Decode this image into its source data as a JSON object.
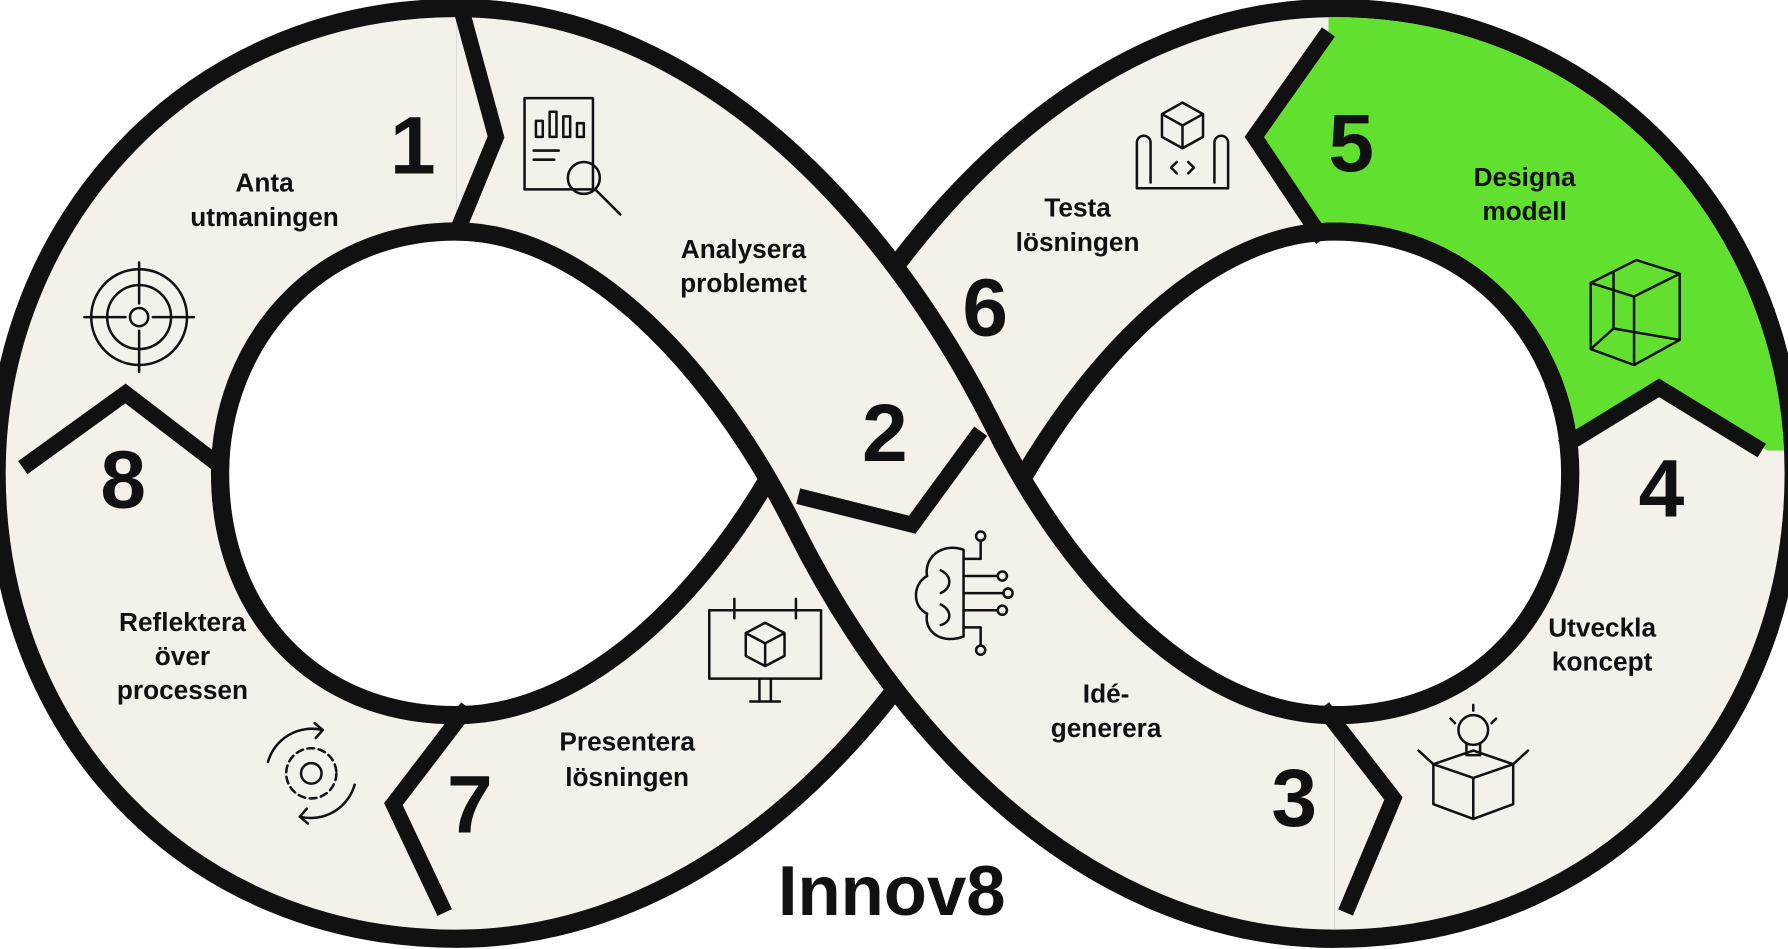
{
  "title": "Innov8",
  "colors": {
    "band": "#f4f0ea",
    "outline": "#111111",
    "highlight": "#62e030"
  },
  "steps": [
    {
      "number": "1",
      "lines": [
        "Anta",
        "utmaningen"
      ],
      "icon": "target-icon"
    },
    {
      "number": "2",
      "lines": [
        "Analysera",
        "problemet"
      ],
      "icon": "document-search-icon"
    },
    {
      "number": "3",
      "lines": [
        "Idé-",
        "generera"
      ],
      "icon": "brain-circuit-icon"
    },
    {
      "number": "4",
      "lines": [
        "Utveckla",
        "koncept"
      ],
      "icon": "lightbulb-box-icon"
    },
    {
      "number": "5",
      "lines": [
        "Designa",
        "modell"
      ],
      "icon": "cube-wireframe-icon",
      "highlighted": true
    },
    {
      "number": "6",
      "lines": [
        "Testa",
        "lösningen"
      ],
      "icon": "blueprint-cube-icon"
    },
    {
      "number": "7",
      "lines": [
        "Presentera",
        "lösningen"
      ],
      "icon": "billboard-cube-icon"
    },
    {
      "number": "8",
      "lines": [
        "Reflektera",
        "över",
        "processen"
      ],
      "icon": "gear-cycle-icon"
    }
  ]
}
